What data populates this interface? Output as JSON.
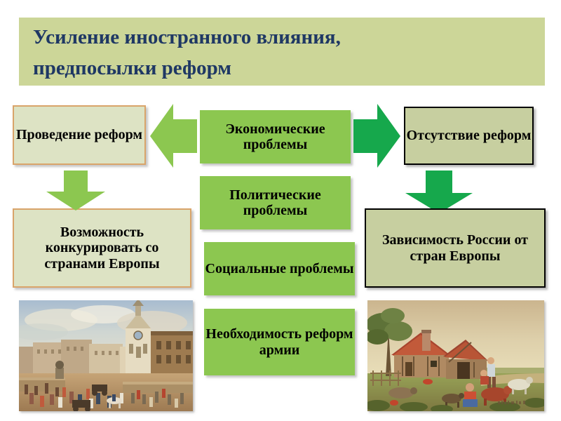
{
  "slide": {
    "title_lines": [
      "Усиление иностранного влияния,",
      "предпосылки реформ"
    ],
    "title_text": "Усиление иностранного влияния, предпосылки реформ"
  },
  "left_column": {
    "top_box": "Проведение реформ",
    "bottom_box": "Возможность конкурировать со странами Европы"
  },
  "center_column": {
    "boxes": [
      {
        "label": "Экономические проблемы"
      },
      {
        "label": "Политические проблемы"
      },
      {
        "label": "Социальные проблемы"
      },
      {
        "label": "Необходимость реформ армии"
      }
    ]
  },
  "right_column": {
    "top_box": "Отсутствие реформ",
    "bottom_box": "Зависимость России от стран Европы"
  },
  "arrows": {
    "left_arrow": "arrow-left-icon",
    "right_arrow": "arrow-right-icon",
    "left_down_arrow": "arrow-down-icon",
    "right_down_arrow": "arrow-down-icon"
  },
  "images": {
    "left": {
      "name": "european-city-square-painting",
      "description": "Painting of a European city square with crowds, carriages and classical buildings"
    },
    "right": {
      "name": "rural-farmstead-painting",
      "description": "Painting of a rural farmstead with thatched cottage, peasants and livestock"
    }
  },
  "colors": {
    "banner_green": "#ccd698",
    "title_blue": "#1f3864",
    "center_box_green": "#8cc750",
    "left_box_fill": "#dde3c4",
    "left_box_border": "#d9a46a",
    "right_box_fill": "#c7cfa0",
    "right_box_border": "#000000",
    "light_arrow_green": "#8cc750",
    "dark_arrow_green": "#16a84c"
  }
}
